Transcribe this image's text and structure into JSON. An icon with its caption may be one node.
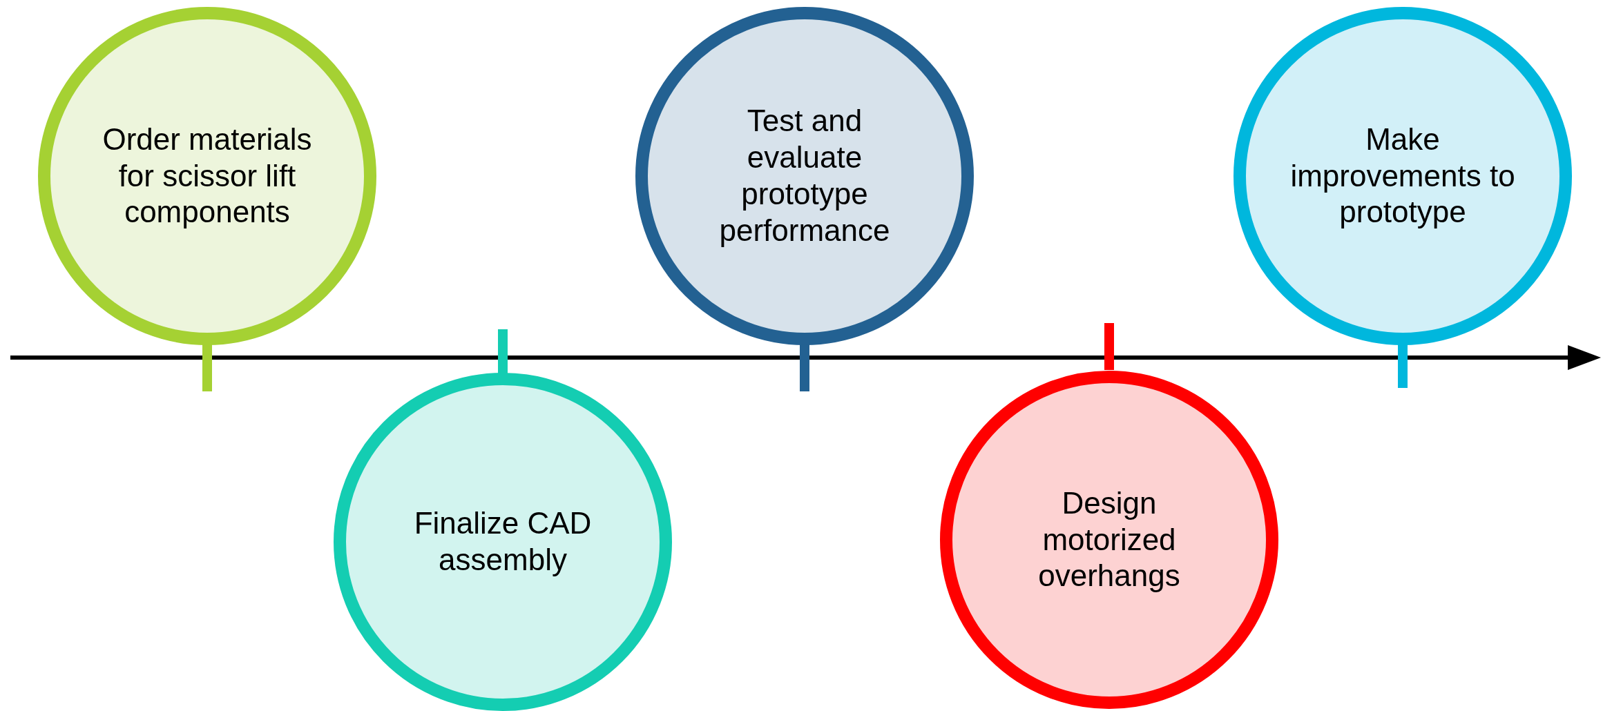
{
  "diagram": {
    "nodes": [
      {
        "text": [
          "Order materials for scissor lift components"
        ]
      },
      {
        "text": [
          "Finalize CAD assembly"
        ]
      },
      {
        "text": [
          "Test and evaluate prototype performance"
        ]
      },
      {
        "text": [
          "Design motorized overhangs"
        ]
      },
      {
        "text": [
          "Make improvements to prototype"
        ]
      }
    ]
  }
}
